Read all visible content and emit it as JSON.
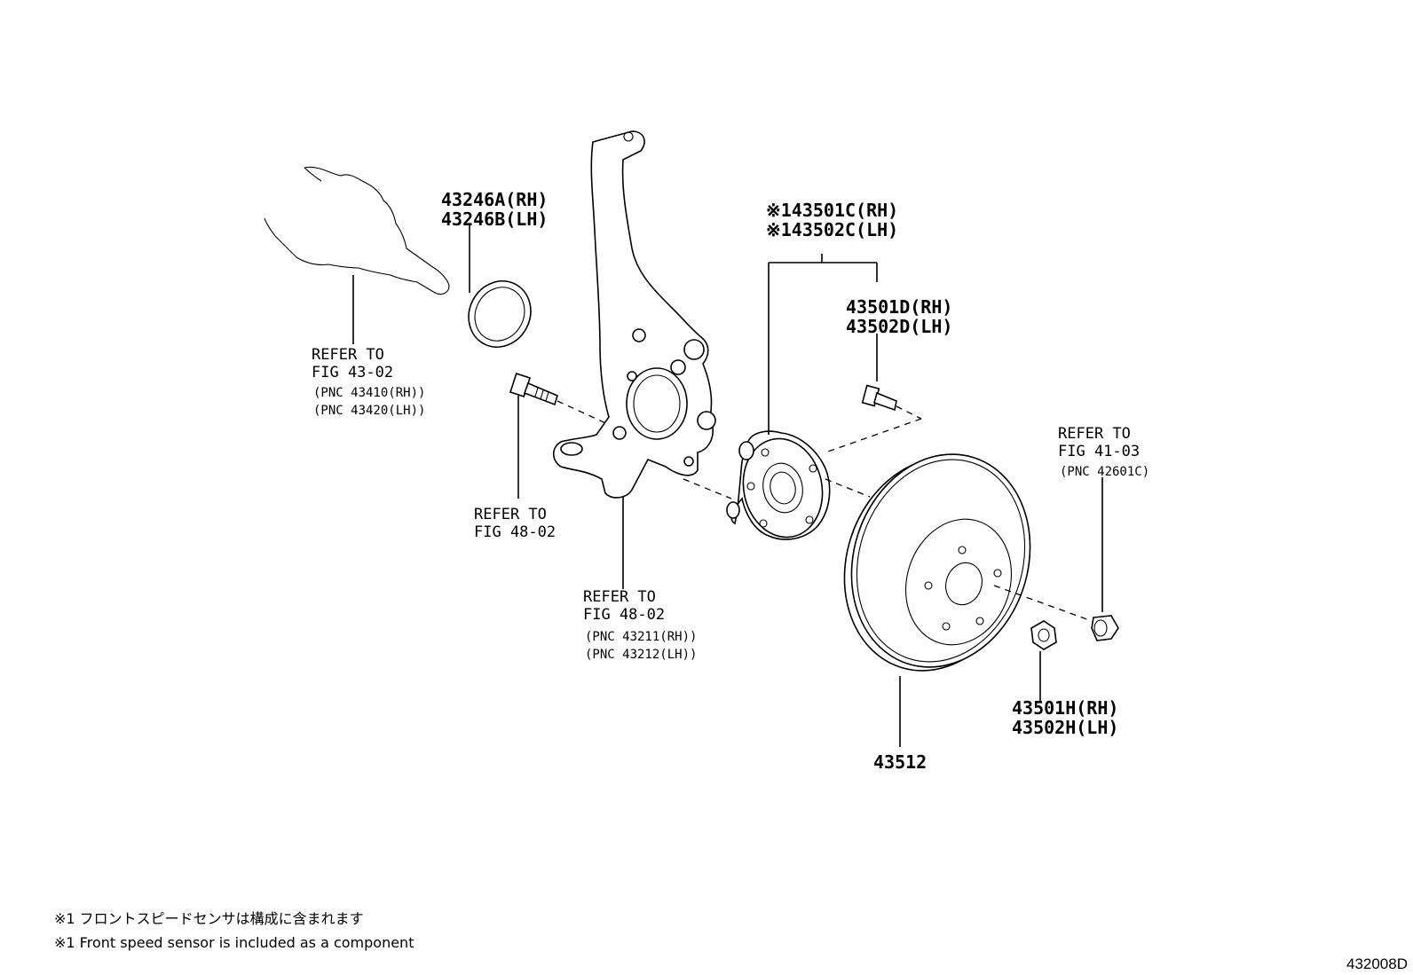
{
  "callouts": {
    "bearing_seal_rh": "43246A(RH)",
    "bearing_seal_lh": "43246B(LH)",
    "hub_rh": "※143501C(RH)",
    "hub_lh": "※143502C(LH)",
    "hub_bolt_rh": "43501D(RH)",
    "hub_bolt_lh": "43502D(LH)",
    "hub_nut_rh": "43501H(RH)",
    "hub_nut_lh": "43502H(LH)",
    "disc": "43512"
  },
  "refs": {
    "driveshaft": {
      "line1": "REFER TO",
      "line2": "FIG 43-02",
      "pnc1": "(PNC 43410(RH))",
      "pnc2": "(PNC 43420(LH))"
    },
    "knuckle_bolt": {
      "line1": "REFER TO",
      "line2": "FIG 48-02"
    },
    "knuckle": {
      "line1": "REFER TO",
      "line2": "FIG 48-02",
      "pnc1": "(PNC 43211(RH))",
      "pnc2": "(PNC 43212(LH))"
    },
    "wheel_nut": {
      "line1": "REFER TO",
      "line2": "FIG 41-03",
      "pnc1": "(PNC 42601C)"
    }
  },
  "notes": {
    "jp": "※1 フロントスピードセンサは構成に含まれます",
    "en": "※1 Front speed sensor is included  as a component"
  },
  "figure_id": "432008D"
}
